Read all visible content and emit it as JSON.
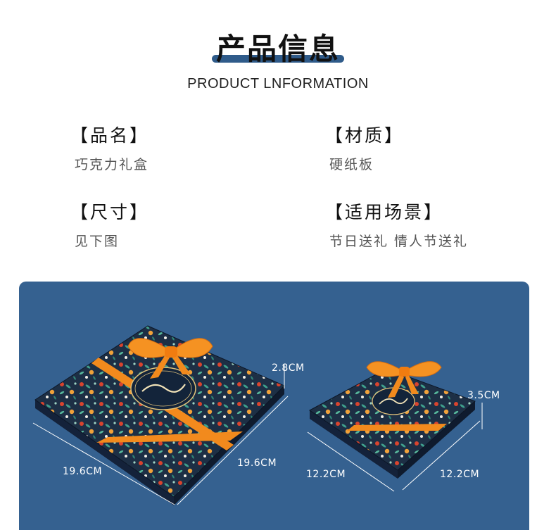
{
  "header": {
    "title": "产品信息",
    "subtitle": "PRODUCT LNFORMATION"
  },
  "info": {
    "name_label": "【品名】",
    "name_value": "巧克力礼盒",
    "material_label": "【材质】",
    "material_value": "硬纸板",
    "size_label": "【尺寸】",
    "size_value": "见下图",
    "scene_label": "【适用场景】",
    "scene_value": "节日送礼 情人节送礼"
  },
  "dimensions": {
    "large": {
      "height": "2.8CM",
      "width": "19.6CM",
      "depth": "19.6CM"
    },
    "small": {
      "height": "3.5CM",
      "width": "12.2CM",
      "depth": "12.2CM"
    }
  },
  "product_image": {
    "large_box_icon": "gift-box-large-icon",
    "small_box_icon": "gift-box-small-icon"
  },
  "colors": {
    "panel_bg": "#356190",
    "underline_accent": "#2f5b8a",
    "box_navy": "#1d2f45",
    "ribbon_orange": "#f28a1d"
  }
}
